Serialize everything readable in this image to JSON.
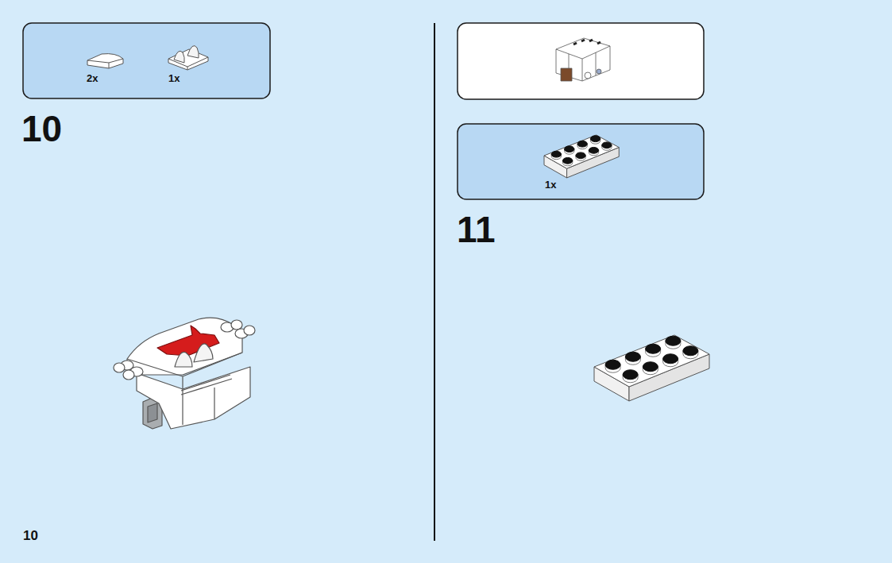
{
  "diagram": {
    "nodes": [
      {
        "text": [
          "2x",
          "1x"
        ]
      },
      {
        "text": [
          "1x"
        ]
      }
    ],
    "labels": [
      "10",
      "11",
      "10"
    ]
  }
}
